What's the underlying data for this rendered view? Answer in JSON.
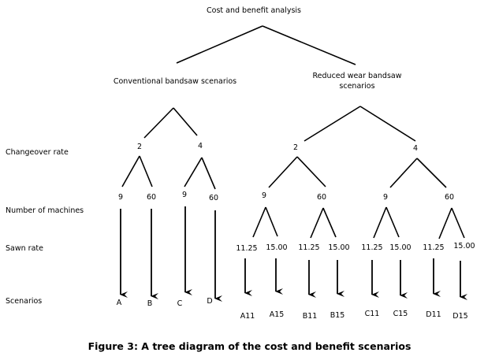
{
  "root": {
    "label": "Cost and benefit analysis"
  },
  "row_labels": {
    "changeover_rate": "Changeover rate",
    "number_of_machines": "Number of machines",
    "sawn_rate": "Sawn rate",
    "scenarios": "Scenarios"
  },
  "branches": [
    {
      "label": "Conventional bandsaw scenarios",
      "changeover": [
        {
          "value": "2",
          "machines": [
            {
              "value": "9",
              "scenario": "A"
            },
            {
              "value": "60",
              "scenario": "B"
            }
          ]
        },
        {
          "value": "4",
          "machines": [
            {
              "value": "9",
              "scenario": "C"
            },
            {
              "value": "60",
              "scenario": "D"
            }
          ]
        }
      ]
    },
    {
      "label_lines": [
        "Reduced wear bandsaw",
        "scenarios"
      ],
      "changeover": [
        {
          "value": "2",
          "machines": [
            {
              "value": "9",
              "sawn": [
                {
                  "value": "11.25",
                  "scenario": "A11"
                },
                {
                  "value": "15.00",
                  "scenario": "A15"
                }
              ]
            },
            {
              "value": "60",
              "sawn": [
                {
                  "value": "11.25",
                  "scenario": "B11"
                },
                {
                  "value": "15.00",
                  "scenario": "B15"
                }
              ]
            }
          ]
        },
        {
          "value": "4",
          "machines": [
            {
              "value": "9",
              "sawn": [
                {
                  "value": "11.25",
                  "scenario": "C11"
                },
                {
                  "value": "15.00",
                  "scenario": "C15"
                }
              ]
            },
            {
              "value": "60",
              "sawn": [
                {
                  "value": "11.25",
                  "scenario": "D11"
                },
                {
                  "value": "15.00",
                  "scenario": "D15"
                }
              ]
            }
          ]
        }
      ]
    }
  ],
  "caption": "Figure 3: A tree diagram of the cost and benefit scenarios"
}
